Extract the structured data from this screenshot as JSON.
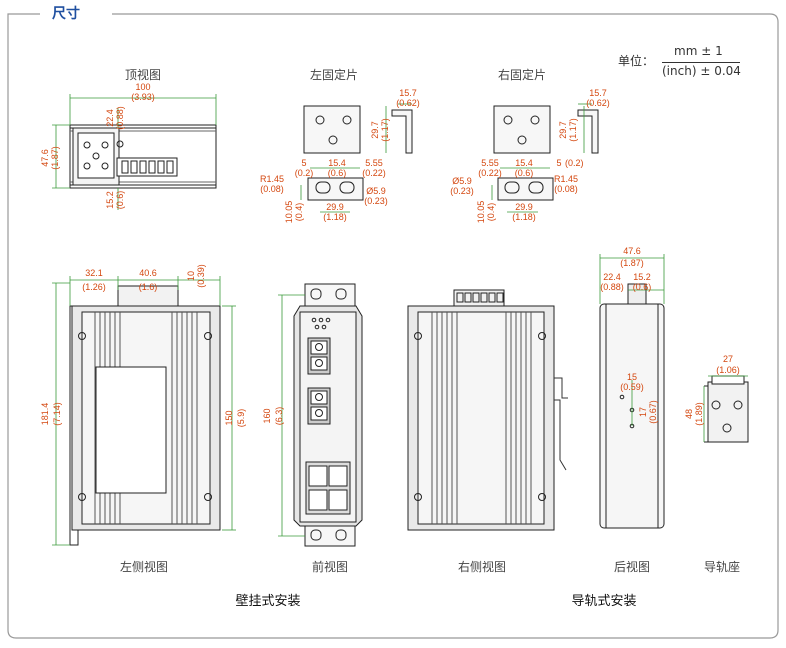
{
  "title": "尺寸",
  "unit": {
    "prefix": "单位：",
    "numerator": "mm ± 1",
    "denominator": "(inch) ± 0.04"
  },
  "views": {
    "top": "顶视图",
    "left_bracket": "左固定片",
    "right_bracket": "右固定片",
    "left_side": "左侧视图",
    "front": "前视图",
    "right_side": "右侧视图",
    "back": "后视图",
    "rail": "导轨座"
  },
  "mounting": {
    "wall": "壁挂式安装",
    "din": "导轨式安装"
  },
  "dims": {
    "top_w": "100",
    "top_w_in": "(3.93)",
    "top_d1": "22.4",
    "top_d1_in": "(0.88)",
    "top_h": "47.6",
    "top_h_in": "(1.87)",
    "top_d2": "15.2",
    "top_d2_in": "(0.6)",
    "lb_t": "15.7",
    "lb_t_in": "(0.62)",
    "lb_h": "29.7",
    "lb_h_in": "(1.17)",
    "lb_a": "5",
    "lb_a_in": "(0.2)",
    "lb_b": "15.4",
    "lb_b_in": "(0.6)",
    "lb_c": "5.55",
    "lb_c_in": "(0.22)",
    "lb_r": "R1.45",
    "lb_r_in": "(0.08)",
    "lb_hole": "Ø5.9",
    "lb_hole_in": "(0.23)",
    "lb_w": "29.9",
    "lb_w_in": "(1.18)",
    "lb_hh": "10.05",
    "lb_hh_in": "(0.4)",
    "rb_t": "15.7",
    "rb_t_in": "(0.62)",
    "rb_h": "29.7",
    "rb_h_in": "(1.17)",
    "rb_c": "5.55",
    "rb_c_in": "(0.22)",
    "rb_b": "15.4",
    "rb_b_in": "(0.6)",
    "rb_a": "5",
    "rb_a_in": "(0.2)",
    "rb_hole": "Ø5.9",
    "rb_hole_in": "(0.23)",
    "rb_r": "R1.45",
    "rb_r_in": "(0.08)",
    "rb_w": "29.9",
    "rb_w_in": "(1.18)",
    "rb_hh": "10.05",
    "rb_hh_in": "(0.4)",
    "ls_a": "32.1",
    "ls_a_in": "(1.26)",
    "ls_b": "40.6",
    "ls_b_in": "(1.6)",
    "ls_c": "10",
    "ls_c_in": "(0.39)",
    "ls_h": "181.4",
    "ls_h_in": "(7.14)",
    "ls_h2": "150",
    "ls_h2_in": "(5.9)",
    "fr_h": "160",
    "fr_h_in": "(6.3)",
    "bk_w": "47.6",
    "bk_w_in": "(1.87)",
    "bk_a": "22.4",
    "bk_a_in": "(0.88)",
    "bk_b": "15.2",
    "bk_b_in": "(0.6)",
    "bk_c": "15",
    "bk_c_in": "(0.59)",
    "bk_d": "17",
    "bk_d_in": "(0.67)",
    "rl_w": "27",
    "rl_w_in": "(1.06)",
    "rl_h": "48",
    "rl_h_in": "(1.89)"
  },
  "colors": {
    "dim": "#d4470f",
    "ext": "#3a9a3a",
    "title": "#1f4fa0",
    "frame": "#888888",
    "outline": "#222222"
  }
}
